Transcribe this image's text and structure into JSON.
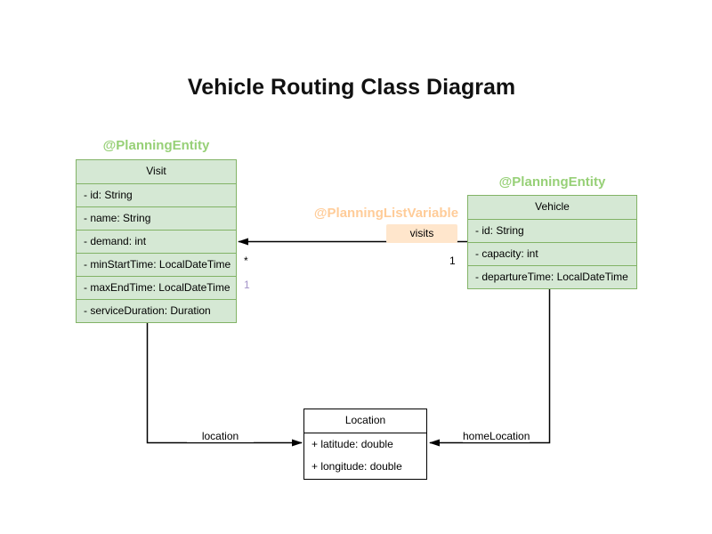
{
  "title": "Vehicle Routing Class Diagram",
  "colors": {
    "class_fill": "#d5e8d4",
    "class_border": "#82b366",
    "entity_annotation_green": "#97d077",
    "list_variable_annotation_orange": "#ffcc99",
    "visits_badge_bg": "#ffe6cc",
    "purple_multiplicity": "#a393c8"
  },
  "classes": {
    "visit": {
      "annotation": "@PlanningEntity",
      "name": "Visit",
      "attributes": [
        "- id: String",
        "- name: String",
        "- demand: int",
        "- minStartTime: LocalDateTime",
        "- maxEndTime: LocalDateTime",
        "- serviceDuration: Duration"
      ]
    },
    "vehicle": {
      "annotation": "@PlanningEntity",
      "name": "Vehicle",
      "attributes": [
        "- id: String",
        "- capacity: int",
        "- departureTime: LocalDateTime"
      ]
    },
    "location": {
      "name": "Location",
      "attributes": [
        "+ latitude: double",
        "+ longitude: double"
      ]
    }
  },
  "edges": {
    "visits": {
      "annotation": "@PlanningListVariable",
      "label": "visits",
      "target_multiplicity": "*",
      "source_multiplicity": "1",
      "extra_multiplicity": "1"
    },
    "location": {
      "label": "location"
    },
    "home_location": {
      "label": "homeLocation"
    }
  }
}
